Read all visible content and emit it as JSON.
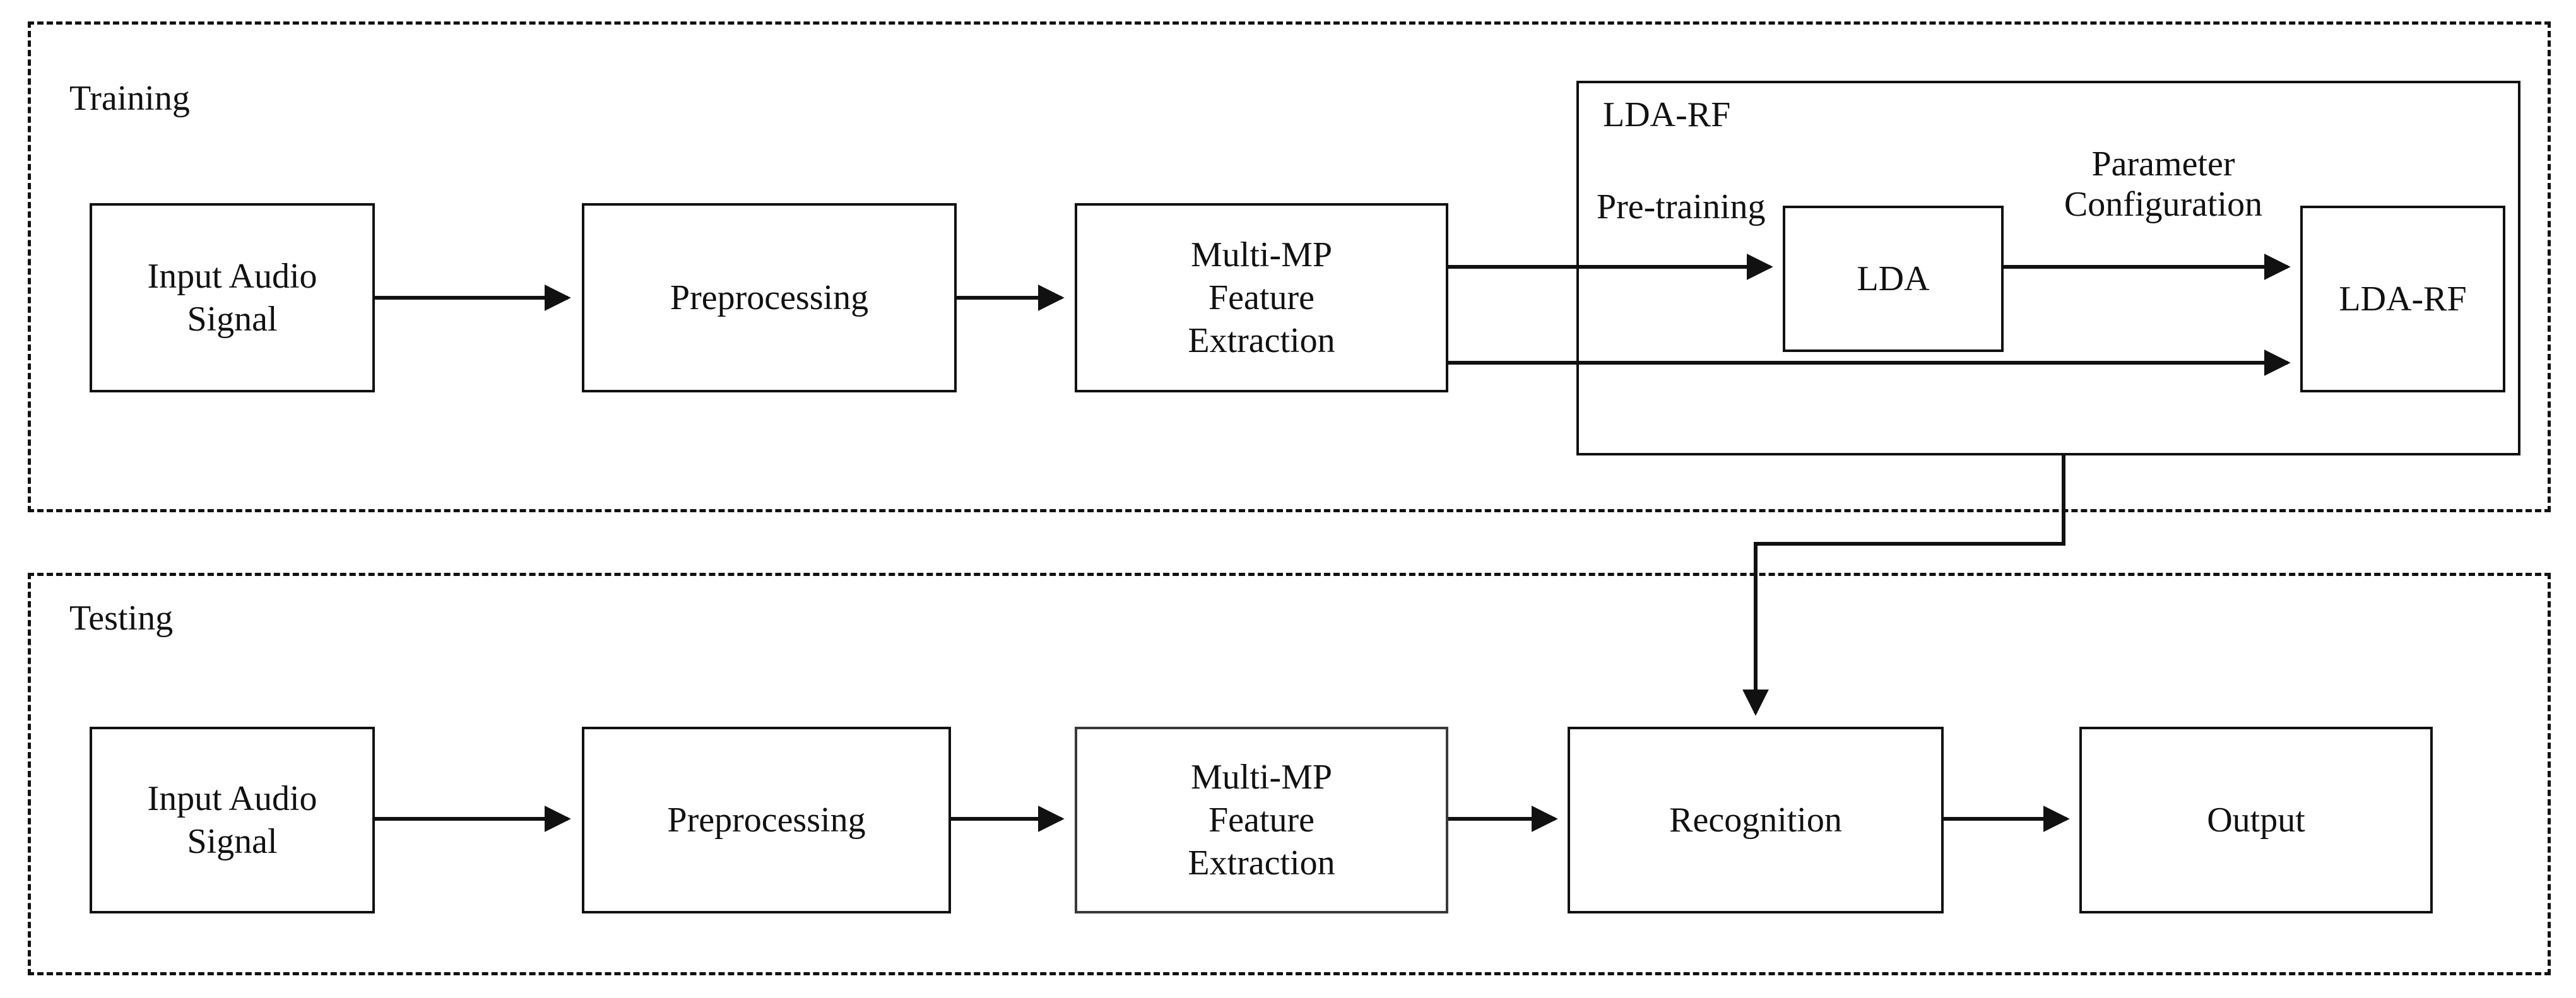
{
  "diagram": {
    "title_type": "flowchart",
    "sections": [
      {
        "id": "training",
        "label": "Training"
      },
      {
        "id": "testing",
        "label": "Testing"
      }
    ],
    "training": {
      "label": "Training",
      "nodes": {
        "input_audio": "Input Audio\nSignal",
        "input_audio_line1": "Input Audio",
        "input_audio_line2": "Signal",
        "preprocessing": "Preprocessing",
        "feature_line1": "Multi-MP",
        "feature_line2": "Feature",
        "feature_line3": "Extraction",
        "lda": "LDA",
        "lda_rf": "LDA-RF"
      },
      "group_label": "LDA-RF",
      "edge_labels": {
        "pre_training": "Pre-training",
        "param_config_line1": "Parameter",
        "param_config_line2": "Configuration"
      }
    },
    "testing": {
      "label": "Testing",
      "nodes": {
        "input_audio_line1": "Input Audio",
        "input_audio_line2": "Signal",
        "preprocessing": "Preprocessing",
        "feature_line1": "Multi-MP",
        "feature_line2": "Feature",
        "feature_line3": "Extraction",
        "recognition": "Recognition",
        "output": "Output"
      }
    },
    "colors": {
      "stroke": "#111111",
      "background": "#ffffff",
      "soft_stroke": "#3a3a3a"
    }
  }
}
